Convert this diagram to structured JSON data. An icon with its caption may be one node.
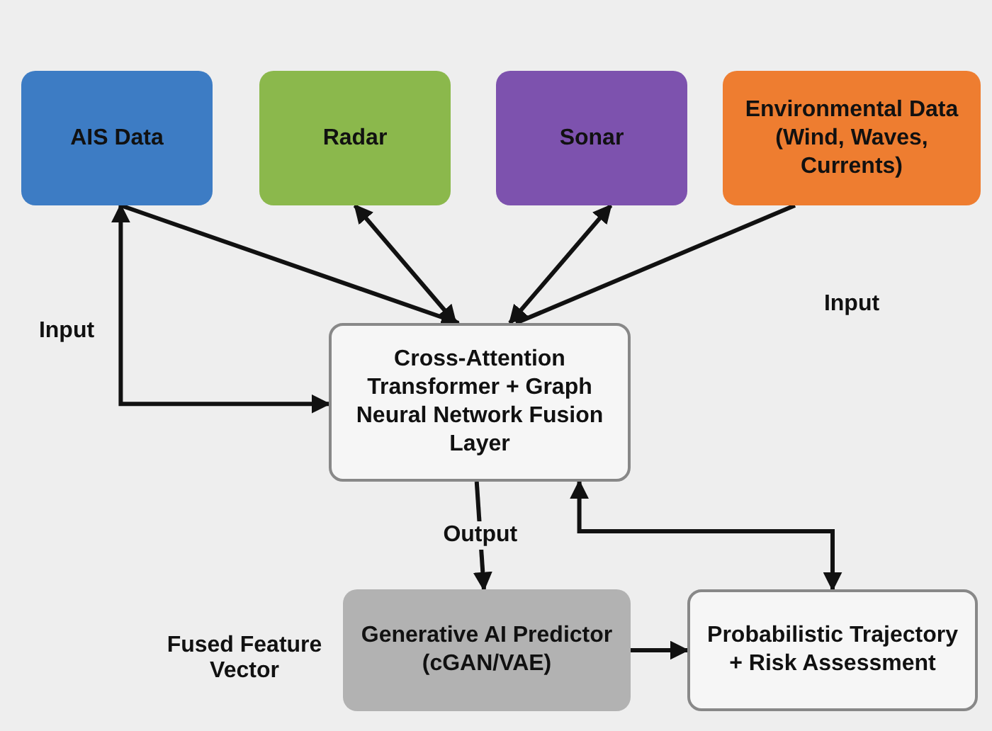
{
  "diagram": {
    "nodes": [
      {
        "text": [
          "AIS Data"
        ]
      },
      {
        "text": [
          "Radar"
        ]
      },
      {
        "text": [
          "Sonar"
        ]
      },
      {
        "text": [
          "Environmental Data (Wind, Waves, Currents)"
        ]
      },
      {
        "text": [
          "Cross-Attention Transformer + Graph Neural Network Fusion Layer"
        ]
      },
      {
        "text": [
          "Generative AI Predictor (cGAN/VAE)"
        ]
      },
      {
        "text": [
          "Probabilistic Trajectory + Risk Assessment"
        ]
      }
    ],
    "edges": [
      {
        "from": 0,
        "to": 4,
        "arrow": "to"
      },
      {
        "from": 0,
        "to": 4,
        "arrow": "both"
      },
      {
        "from": 1,
        "to": 4,
        "arrow": "both"
      },
      {
        "from": 2,
        "to": 4,
        "arrow": "both"
      },
      {
        "from": 3,
        "to": 4,
        "arrow": "none"
      },
      {
        "from": 4,
        "to": 5,
        "label": "Output",
        "arrow": "to"
      },
      {
        "from": 4,
        "to": 6,
        "arrow": "both"
      },
      {
        "from": 5,
        "to": 6,
        "arrow": "to"
      }
    ],
    "labels": [
      "Input",
      "Input",
      "Fused Feature Vector"
    ]
  }
}
